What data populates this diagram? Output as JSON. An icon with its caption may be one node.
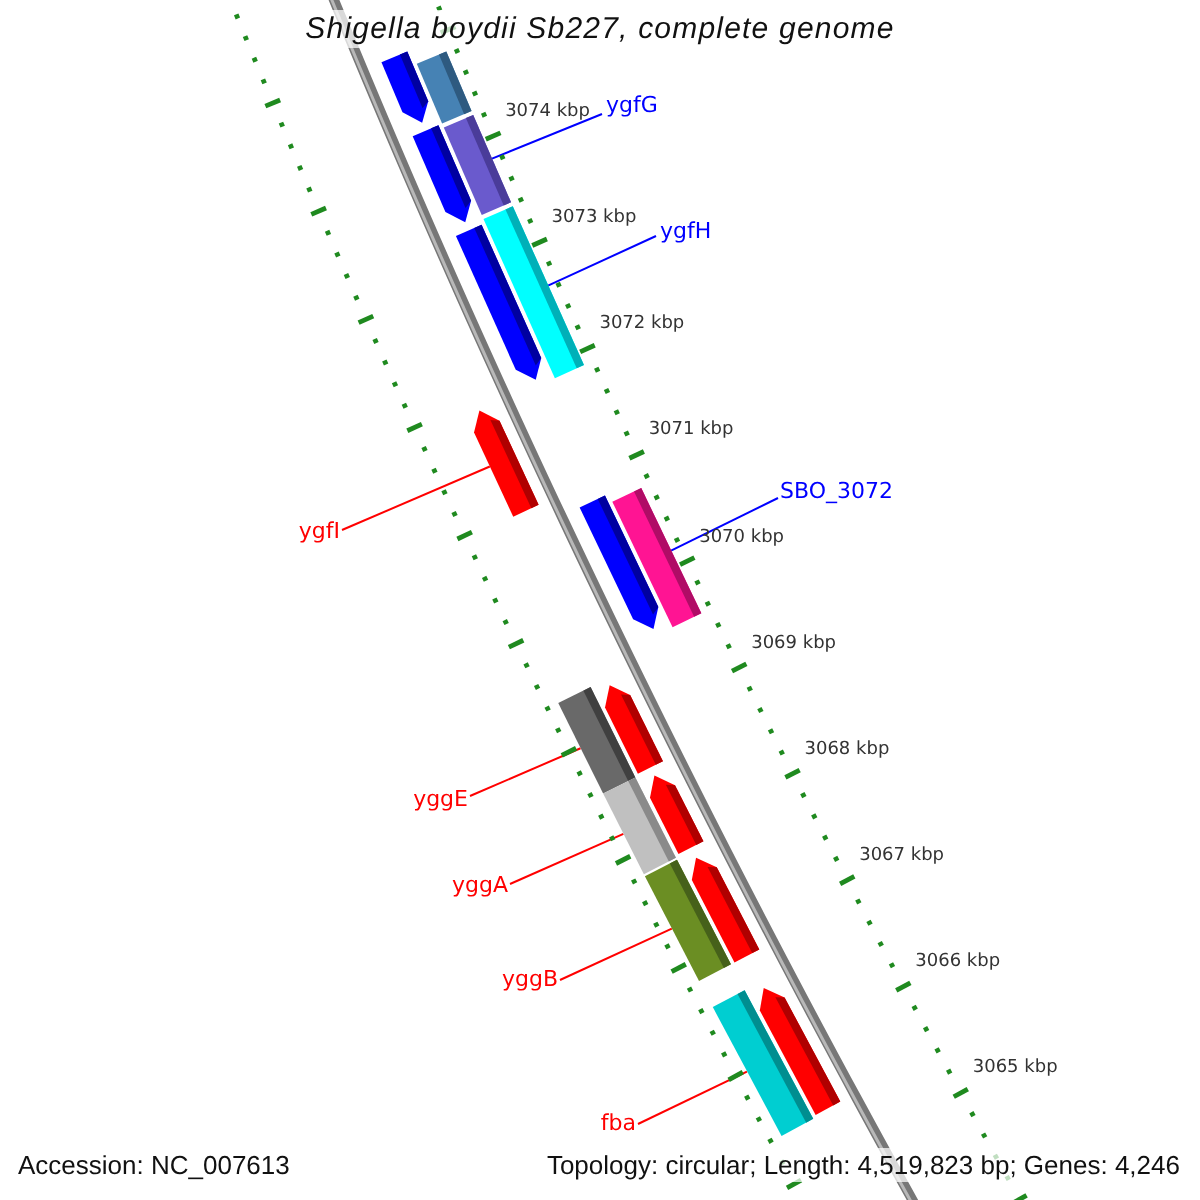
{
  "diagram": {
    "title": "Shigella boydii Sb227, complete genome",
    "nodes": [
      {
        "text": [
          "ygfG"
        ]
      },
      {
        "text": [
          "ygfH"
        ]
      },
      {
        "text": [
          "SBO_3072"
        ]
      },
      {
        "text": [
          "ygfI"
        ]
      },
      {
        "text": [
          "yggE"
        ]
      },
      {
        "text": [
          "yggA"
        ]
      },
      {
        "text": [
          "yggB"
        ]
      },
      {
        "text": [
          "fba"
        ]
      },
      {
        "text": [],
        "shape": "pentagon"
      },
      {
        "text": [],
        "shape": "box"
      },
      {
        "text": [],
        "shape": "pentagon"
      },
      {
        "text": [],
        "shape": "box"
      },
      {
        "text": [],
        "shape": "pentagon"
      },
      {
        "text": [],
        "shape": "box"
      },
      {
        "text": [],
        "shape": "pentagon"
      },
      {
        "text": [],
        "shape": "pentagon"
      },
      {
        "text": [],
        "shape": "box"
      },
      {
        "text": [],
        "shape": "box"
      },
      {
        "text": [],
        "shape": "pentagon"
      },
      {
        "text": [],
        "shape": "box"
      },
      {
        "text": [],
        "shape": "pentagon"
      },
      {
        "text": [],
        "shape": "box"
      },
      {
        "text": [],
        "shape": "pentagon"
      },
      {
        "text": [],
        "shape": "box"
      },
      {
        "text": [],
        "shape": "pentagon"
      }
    ],
    "edges": [
      {
        "from": 0,
        "to": 11,
        "arrow": "none",
        "color": "#0000ff"
      },
      {
        "from": 1,
        "to": 13,
        "arrow": "none",
        "color": "#0000ff"
      },
      {
        "from": 2,
        "to": 16,
        "arrow": "none",
        "color": "#0000ff"
      },
      {
        "from": 3,
        "to": 14,
        "arrow": "none"
      },
      {
        "from": 4,
        "to": 17,
        "arrow": "none"
      },
      {
        "from": 5,
        "to": 19,
        "arrow": "none"
      },
      {
        "from": 6,
        "to": 21,
        "arrow": "none"
      },
      {
        "from": 7,
        "to": 23,
        "arrow": "none"
      }
    ],
    "labels": [
      "3074 kbp",
      "3073 kbp",
      "3072 kbp",
      "3071 kbp",
      "3070 kbp",
      "3069 kbp",
      "3068 kbp",
      "3067 kbp",
      "3066 kbp",
      "3065 kbp",
      "Accession: NC_007613",
      "Topology: circular; Length: 4,519,823 bp; Genes: 4,246"
    ]
  }
}
